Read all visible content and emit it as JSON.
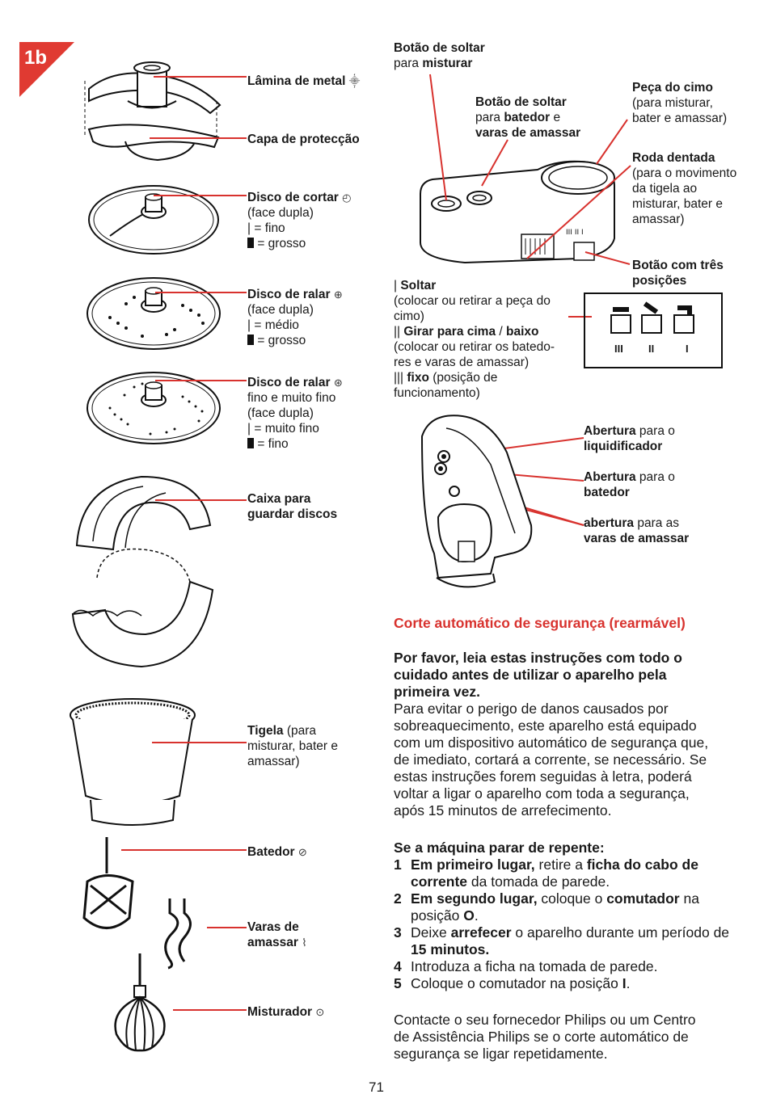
{
  "tab": {
    "label": "1b",
    "color": "#e03a32"
  },
  "accent_color": "#d8322e",
  "left_labels": {
    "blade": {
      "bold": "Lâmina de metal",
      "icon": "blade-icon"
    },
    "cover": {
      "bold": "Capa de protecção"
    },
    "slicing": {
      "bold": "Disco de cortar",
      "icon": "slicing-icon",
      "lines": [
        "(face dupla)",
        "|   = fino",
        "= grosso"
      ]
    },
    "grating": {
      "bold": "Disco de ralar",
      "icon": "grating-icon",
      "lines": [
        "(face dupla)",
        "|   = médio",
        "= grosso"
      ]
    },
    "grating_fine": {
      "bold": "Disco de ralar",
      "icon": "fine-grating-icon",
      "lines": [
        "fino e muito fino",
        "(face dupla)",
        "|   = muito fino",
        "=  fino"
      ]
    },
    "storage": {
      "bold": [
        "Caixa para",
        "guardar discos"
      ]
    },
    "bowl": {
      "bold": "Tigela",
      "rest1": " (para",
      "lines": [
        "misturar, bater e",
        "amassar)"
      ]
    },
    "beater": {
      "bold": "Batedor",
      "icon": "beater-icon"
    },
    "hooks": {
      "bold1": "Varas de",
      "bold2": "amassar",
      "icon": "hooks-icon"
    },
    "whisk": {
      "bold": "Misturador",
      "icon": "whisk-icon"
    }
  },
  "top_right": {
    "release_mix": {
      "bold": "Botão de soltar",
      "pre": "para ",
      "bold2": "misturar"
    },
    "release_beater": {
      "bold": "Botão de soltar",
      "pre": "para ",
      "bold2": "batedor",
      "post": " e",
      "bold3": "varas de amassar"
    },
    "top_piece": {
      "bold": "Peça do cimo",
      "lines": [
        "(para misturar,",
        "bater e amassar)"
      ]
    },
    "gear": {
      "bold": "Roda dentada",
      "lines": [
        "(para o movimento",
        "da tigela ao",
        "misturar, bater e",
        "amassar)"
      ]
    },
    "three_pos": {
      "bold1": "Botão com três",
      "bold2": "posições"
    }
  },
  "positions": {
    "p1_mark": "| ",
    "p1_bold": "Soltar",
    "p1_lines": [
      "(colocar ou retirar a peça do",
      "cimo)"
    ],
    "p2_mark": "|| ",
    "p2_bold": "Girar para cima",
    "p2_sep": " / ",
    "p2_bold2": "baixo",
    "p2_lines": [
      "(colocar ou retirar os batedo-",
      "res e varas de amassar)"
    ],
    "p3_mark": "||| ",
    "p3_bold": "fixo",
    "p3_rest": " (posição de",
    "p3_lines": [
      "funcionamento)"
    ],
    "box_labels": [
      "III",
      "II",
      "I"
    ]
  },
  "openings": {
    "blender": {
      "bold": "Abertura",
      "rest": " para o",
      "bold2": "liquidificador"
    },
    "beater": {
      "bold": "Abertura",
      "rest": " para o",
      "bold2": "batedor"
    },
    "hooks": {
      "bold": "abertura",
      "rest": " para as",
      "bold2": "varas de amassar"
    }
  },
  "safety": {
    "heading": "Corte automático de segurança (rearmável)",
    "intro_bold": [
      "Por favor, leia estas instruções com todo o",
      "cuidado antes de utilizar o aparelho pela",
      "primeira vez."
    ],
    "intro_lines": [
      "Para evitar o perigo de danos causados por",
      "sobreaquecimento, este aparelho está equipado",
      "com um dispositivo automático de segurança que,",
      "de imediato, cortará a corrente, se necessário. Se",
      "estas instruções forem seguidas à letra, poderá",
      "voltar a ligar o aparelho com toda a segurança,",
      "após 15 minutos de arrefecimento."
    ],
    "stop_heading": "Se a máquina parar de repente:",
    "steps": [
      {
        "n": "1",
        "parts": [
          [
            "b",
            "Em primeiro lugar,"
          ],
          [
            "t",
            " retire a "
          ],
          [
            "b",
            "ficha do cabo de corrente"
          ],
          [
            "t",
            " da tomada de parede."
          ]
        ]
      },
      {
        "n": "2",
        "parts": [
          [
            "b",
            "Em segundo lugar,"
          ],
          [
            "t",
            " coloque o "
          ],
          [
            "b",
            "comutador"
          ],
          [
            "t",
            " na posição "
          ],
          [
            "b",
            "O"
          ],
          [
            "t",
            "."
          ]
        ]
      },
      {
        "n": "3",
        "parts": [
          [
            "t",
            "Deixe "
          ],
          [
            "b",
            "arrefecer"
          ],
          [
            "t",
            " o aparelho durante um período de "
          ],
          [
            "b",
            "15 minutos."
          ]
        ]
      },
      {
        "n": "4",
        "parts": [
          [
            "t",
            "Introduza a ficha na tomada de parede."
          ]
        ]
      },
      {
        "n": "5",
        "parts": [
          [
            "t",
            "Coloque o comutador na posição "
          ],
          [
            "b",
            "I"
          ],
          [
            "t",
            "."
          ]
        ]
      }
    ],
    "contact_lines": [
      "Contacte o seu fornecedor Philips ou um Centro",
      "de Assistência Philips se o corte automático de",
      "segurança se ligar repetidamente."
    ]
  },
  "page_number": "71"
}
